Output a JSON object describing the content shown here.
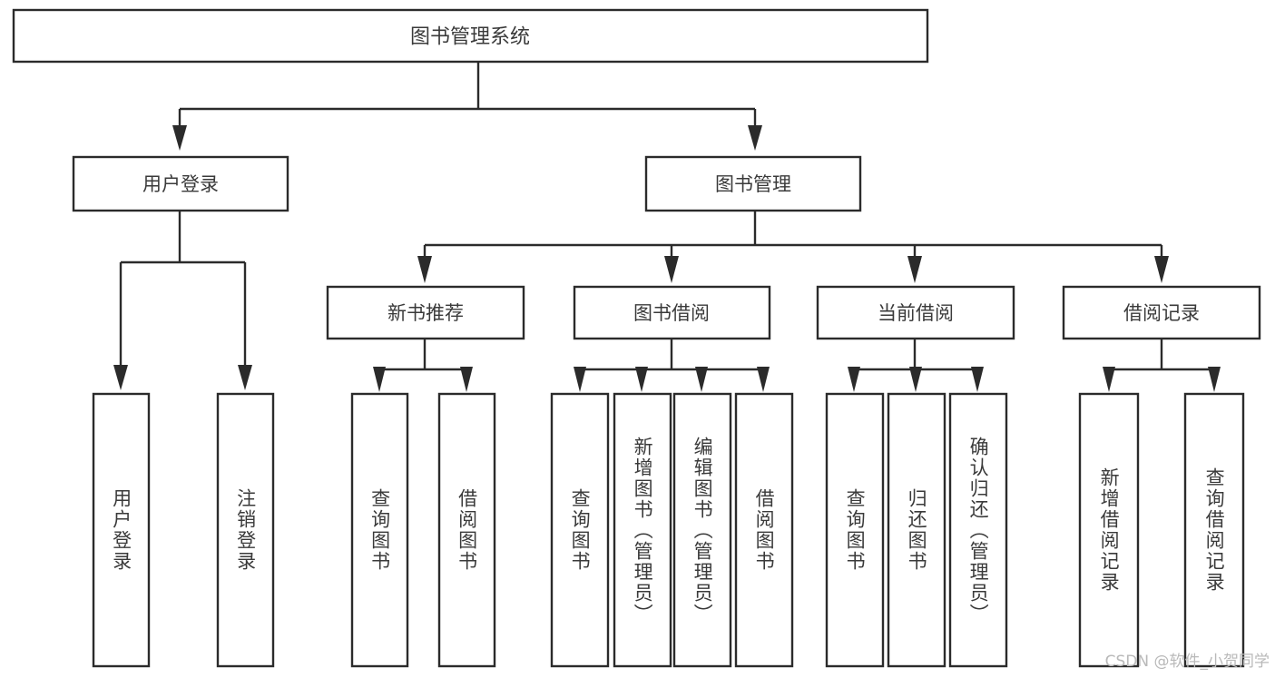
{
  "diagram": {
    "title": "图书管理系统",
    "type": "tree-hierarchy-diagram",
    "colors": {
      "box_stroke": "#2b2b2b",
      "box_fill": "#ffffff",
      "text": "#3a3a3a",
      "background": "#ffffff",
      "watermark": "#b9b9b9"
    },
    "root": {
      "label": "图书管理系统"
    },
    "level2": [
      {
        "label": "用户登录"
      },
      {
        "label": "图书管理"
      }
    ],
    "level3": [
      {
        "label": "新书推荐"
      },
      {
        "label": "图书借阅"
      },
      {
        "label": "当前借阅"
      },
      {
        "label": "借阅记录"
      }
    ],
    "leaves_user_login": [
      {
        "label": "用户登录"
      },
      {
        "label": "注销登录"
      }
    ],
    "leaves_new_book": [
      {
        "label": "查询图书"
      },
      {
        "label": "借阅图书"
      }
    ],
    "leaves_borrow": [
      {
        "label": "查询图书"
      },
      {
        "label": "新增图书（管理员）"
      },
      {
        "label": "编辑图书（管理员）"
      },
      {
        "label": "借阅图书"
      }
    ],
    "leaves_current": [
      {
        "label": "查询图书"
      },
      {
        "label": "归还图书"
      },
      {
        "label": "确认归还（管理员）"
      }
    ],
    "leaves_record": [
      {
        "label": "新增借阅记录"
      },
      {
        "label": "查询借阅记录"
      }
    ]
  },
  "watermark": {
    "text": "CSDN @软件_小贺同学"
  }
}
